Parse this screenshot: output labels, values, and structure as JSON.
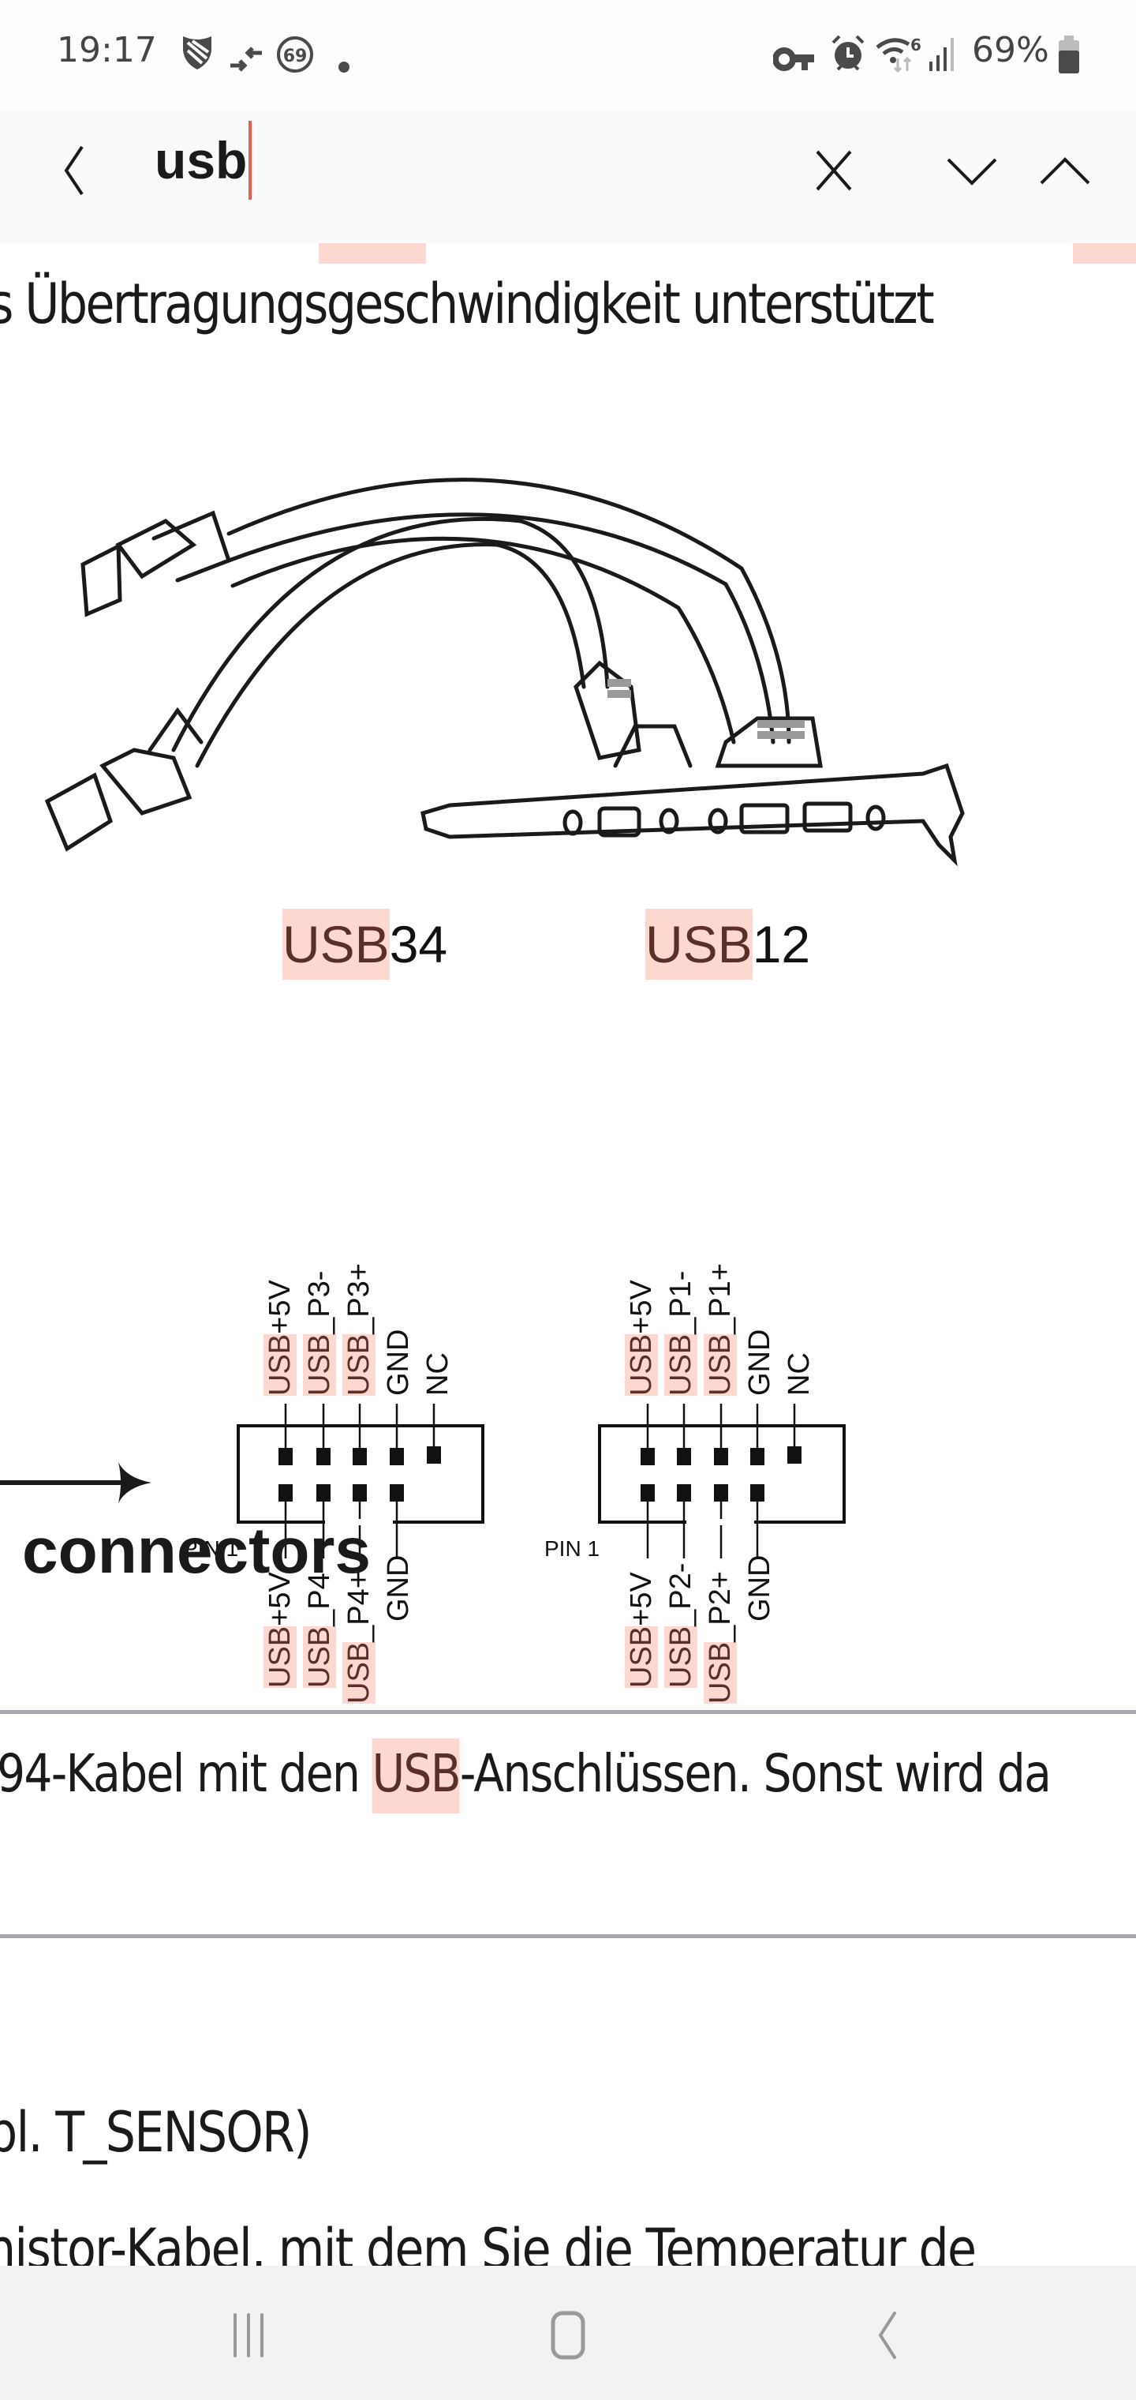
{
  "status_bar": {
    "time": "19:17",
    "left_icons": [
      "shield-icon",
      "data-saver-icon",
      "notification-count-icon",
      "dot-icon"
    ],
    "notification_count": "69",
    "right_icons": [
      "vpn-key-icon",
      "alarm-icon",
      "wifi-6-icon",
      "signal-icon",
      "battery-icon"
    ],
    "wifi_badge": "6",
    "battery_percent": "69%",
    "battery_level": 0.69
  },
  "find_bar": {
    "query": "usb",
    "back_icon": "back-arrow-icon",
    "clear_icon": "close-icon",
    "next_icon": "chevron-down-icon",
    "prev_icon": "chevron-up-icon"
  },
  "document": {
    "line1": "s Übertragungsgeschwindigkeit unterstützt",
    "illustration": "usb-bracket-cable-illustration",
    "connectors": [
      {
        "title_hl": "USB",
        "title_rest": "34",
        "top_pins": [
          {
            "hl": "USB",
            "rest": "+5V"
          },
          {
            "hl": "USB",
            "rest": "_P3-"
          },
          {
            "hl": "USB",
            "rest": "_P3+"
          },
          {
            "hl": "",
            "rest": "GND"
          },
          {
            "hl": "",
            "rest": "NC"
          }
        ],
        "bottom_pins": [
          {
            "hl": "USB",
            "rest": "+5V"
          },
          {
            "hl": "USB",
            "rest": "_P4-"
          },
          {
            "hl": "USB",
            "rest": "_P4+"
          },
          {
            "hl": "",
            "rest": "GND"
          }
        ],
        "pin1_label": "PIN 1"
      },
      {
        "title_hl": "USB",
        "title_rest": "12",
        "top_pins": [
          {
            "hl": "USB",
            "rest": "+5V"
          },
          {
            "hl": "USB",
            "rest": "_P1-"
          },
          {
            "hl": "USB",
            "rest": "_P1+"
          },
          {
            "hl": "",
            "rest": "GND"
          },
          {
            "hl": "",
            "rest": "NC"
          }
        ],
        "bottom_pins": [
          {
            "hl": "USB",
            "rest": "+5V"
          },
          {
            "hl": "USB",
            "rest": "_P2-"
          },
          {
            "hl": "USB",
            "rest": "_P2+"
          },
          {
            "hl": "",
            "rest": "GND"
          }
        ],
        "pin1_label": "PIN 1"
      }
    ],
    "heading": "connectors",
    "line2_before": "94-Kabel mit den ",
    "line2_hl": "USB",
    "line2_after": "-Anschlüssen. Sonst wird da",
    "line3": "bl. T_SENSOR)",
    "line4": "nistor-Kabel, mit dem Sie die Temperatur de"
  },
  "nav_bar": {
    "recents_icon": "recent-apps-icon",
    "home_icon": "home-icon",
    "back_icon": "back-icon"
  },
  "colors": {
    "highlight": "#fdd8d1",
    "highlight_text": "#5a2f2a",
    "caret": "#e0634f",
    "rule": "#a9a9ad"
  }
}
